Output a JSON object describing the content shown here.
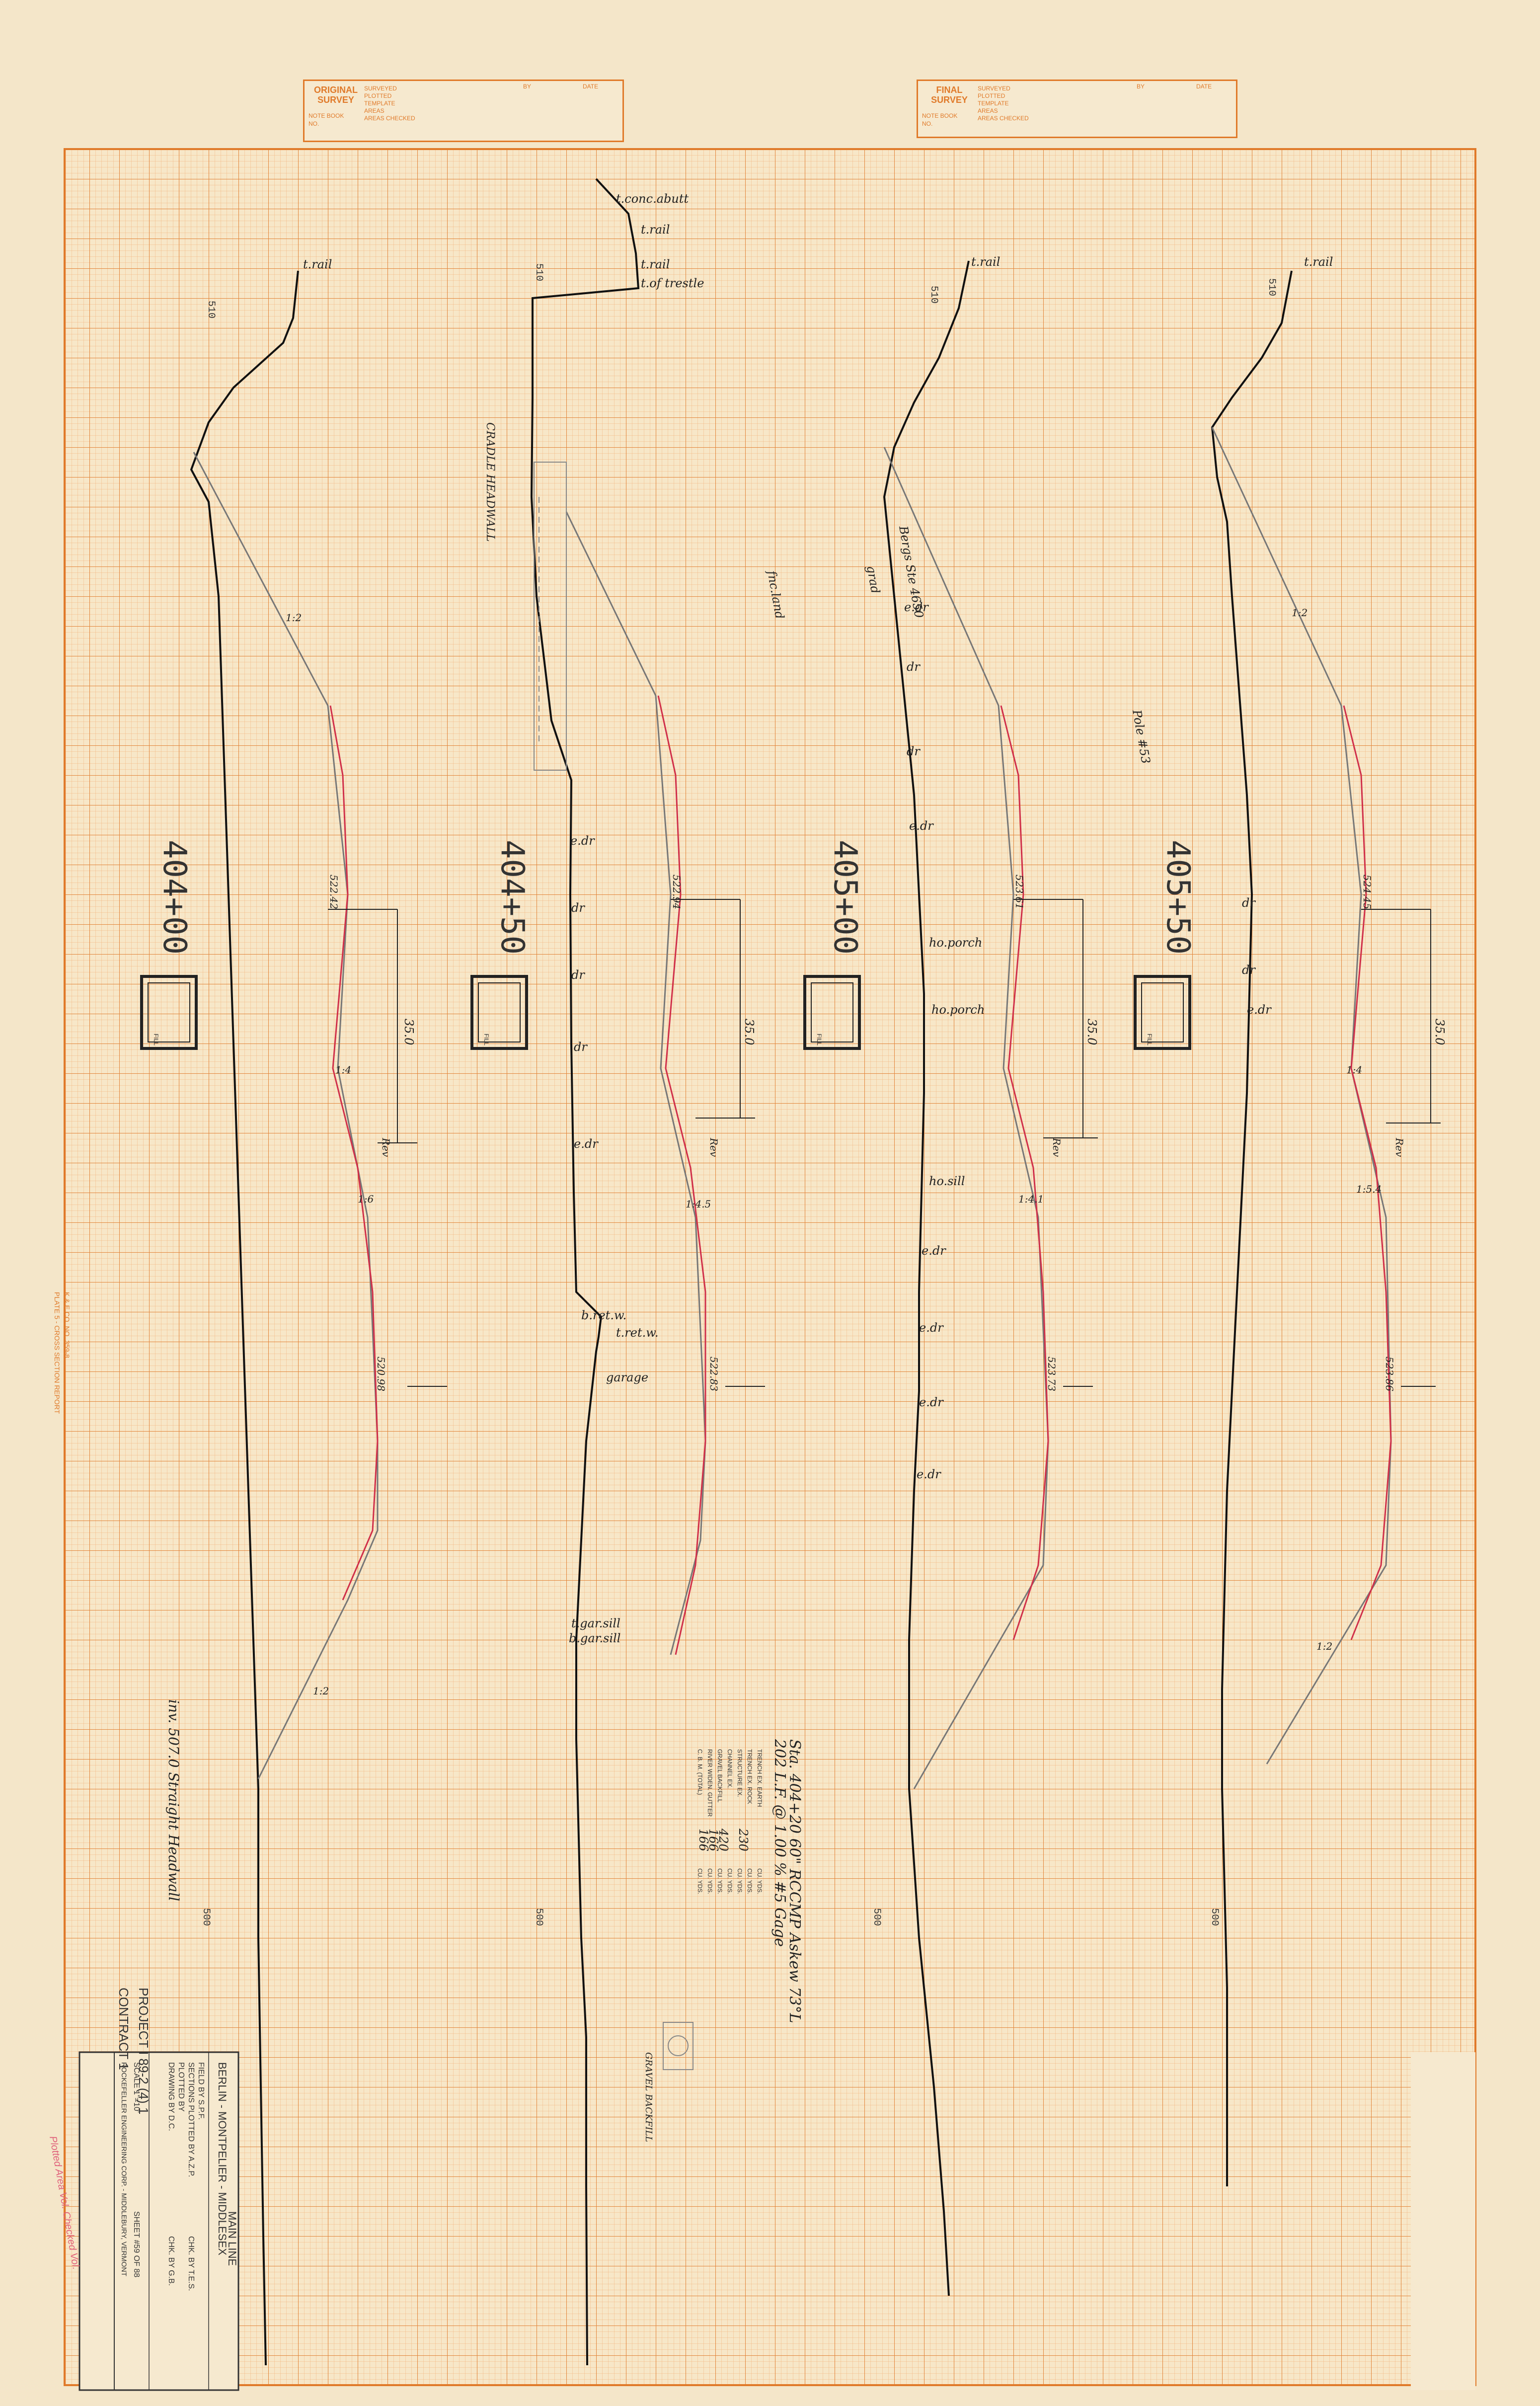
{
  "survey_boxes": {
    "original": {
      "title": "ORIGINAL SURVEY",
      "note_book": "NOTE BOOK",
      "no": "NO.",
      "by": "BY",
      "date": "DATE",
      "rows": [
        "SURVEYED",
        "PLOTTED",
        "TEMPLATE",
        "AREAS",
        "AREAS CHECKED"
      ]
    },
    "final": {
      "title": "FINAL SURVEY",
      "note_book": "NOTE BOOK",
      "no": "NO.",
      "by": "BY",
      "date": "DATE",
      "rows": [
        "SURVEYED",
        "PLOTTED",
        "TEMPLATE",
        "AREAS",
        "AREAS CHECKED"
      ]
    }
  },
  "sections": [
    {
      "station": "404+00",
      "elev_top": "510",
      "elev_bottom": "500",
      "labels": [
        "t.rail"
      ],
      "offset_width": "35.0",
      "right_elev_top": "522.42",
      "right_elev_bottom": "520.98",
      "slopes": [
        "1:2",
        "1:4",
        "1:6",
        "1:2"
      ],
      "rev": "Rev",
      "fill": "FILL"
    },
    {
      "station": "404+50",
      "elev_top": "510",
      "elev_bottom": "500",
      "labels": [
        "t.conc.abutt",
        "t.rail",
        "t.rail",
        "t.of trestle",
        "e.dr",
        "dr",
        "dr",
        "dr",
        "e.dr",
        "b.ret.w.",
        "t.ret.w.",
        "garage",
        "t.gar.sill",
        "b.gar.sill"
      ],
      "note": "CRADLE HEADWALL",
      "offset_width": "35.0",
      "right_elev_top": "522.94",
      "right_elev_bottom": "522.83",
      "slopes": [
        "1:4.5"
      ],
      "rev": "Rev",
      "fill": "FILL"
    },
    {
      "station": "405+00",
      "elev_top": "510",
      "elev_bottom": "500",
      "labels": [
        "t.rail",
        "Bergs Ste 4650",
        "grad",
        "fnc.land",
        "e.dr",
        "dr",
        "dr",
        "e.dr",
        "ho.porch",
        "ho.porch",
        "ho.sill",
        "e.dr",
        "e.dr",
        "e.dr",
        "e.dr"
      ],
      "offset_width": "35.0",
      "right_elev_top": "523.61",
      "right_elev_bottom": "523.73",
      "slopes": [
        "1:4.1"
      ],
      "rev": "Rev",
      "fill": "FILL"
    },
    {
      "station": "405+50",
      "elev_top": "510",
      "elev_bottom": "500",
      "labels": [
        "t.rail",
        "dr",
        "dr",
        "e.dr",
        "Pole #53"
      ],
      "offset_width": "35.0",
      "right_elev_top": "524.45",
      "right_elev_bottom": "523.86",
      "slopes": [
        "1:2",
        "1:4",
        "1:5.4",
        "1:2"
      ],
      "rev": "Rev",
      "fill": "FILL"
    }
  ],
  "notes": {
    "headwall": "inv. 507.0 Straight Headwall",
    "culvert": "Sta. 404+20 60\" RCCMP Askew 73°L",
    "culvert2": "202 L.F. @ 1.00 % #5 Gage",
    "quantities": [
      "TRENCH EX. EARTH",
      "TRENCH EX. ROCK",
      "STRUCTURE EX.",
      "CHANNEL EX.",
      "GRAVEL BACKFILL",
      "RIVER WIDEN. GUTTER",
      "C. B. M. (TOTAL)"
    ],
    "qty_units": [
      "CU. YDS.",
      "CU. YDS.",
      "CU. YDS.",
      "CU. YDS.",
      "CU. YDS.",
      "CU. YDS.",
      "CU. YDS."
    ],
    "qty_values": [
      "",
      "",
      "230",
      "",
      "420",
      "166",
      "166"
    ],
    "gravel": "GRAVEL BACKFILL"
  },
  "title_block": {
    "project": "PROJECT I 89-2 (4) 1",
    "contract": "CONTRACT 1",
    "line": "MAIN LINE",
    "route": "BERLIN - MONTPELIER - MIDDLESEX",
    "field_by": "FIELD BY S.P.F.",
    "section_plotted": "SECTIONS PLOTTED BY A.Z.P.",
    "plotted_by": "PLOTTED BY",
    "drawing_by": "DRAWING BY D.C.",
    "checked": "CHK. BY T.E.S.",
    "checked2": "CHK. BY G.B.",
    "scale": "SCALE 1\"=10'",
    "sheet": "SHEET #59 OF 88",
    "firm": "ROCKEFELLER ENGINEERING CORP. - MIDDLEBURY, VERMONT",
    "stamp": "Plotted Area Vol. Checked Vol."
  },
  "margin_text": {
    "left1": "PLATE 5 - CROSS SECTION REPORT",
    "left2": "K & E CO. NO. 359-8"
  }
}
